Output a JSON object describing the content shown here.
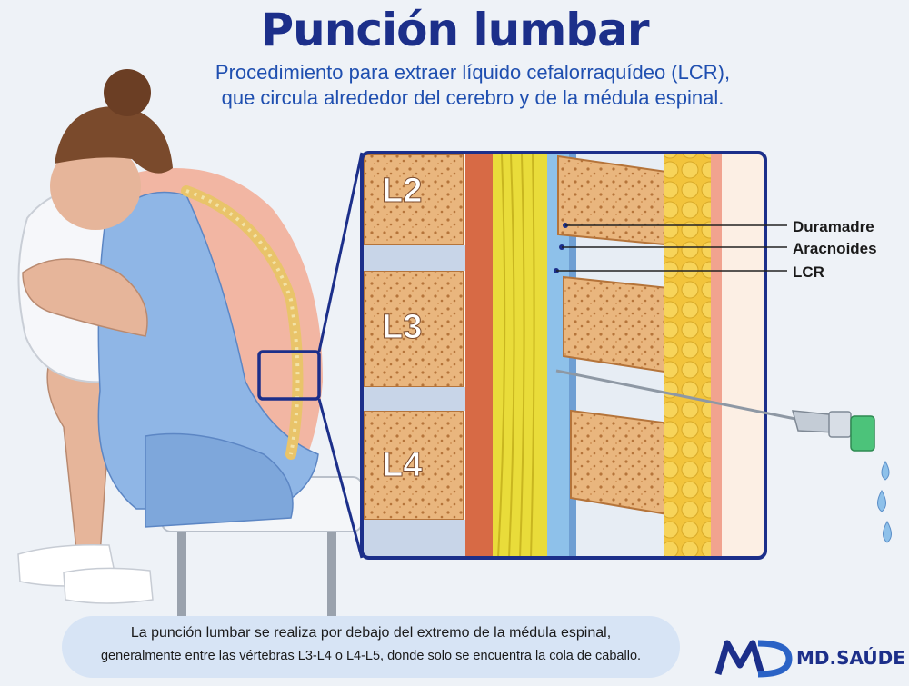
{
  "title": "Punción lumbar",
  "subtitle": {
    "line1": "Procedimiento para extraer líquido cefalorraquídeo (LCR),",
    "line2": "que circula alrededor del cerebro y de la médula espinal."
  },
  "vertebrae": [
    "L2",
    "L3",
    "L4"
  ],
  "labels": {
    "duramadre": "Duramadre",
    "aracnoides": "Aracnoides",
    "lcr": "LCR"
  },
  "footer": {
    "line1": "La punción lumbar se realiza por debajo del extremo de la médula espinal,",
    "line2": "generalmente entre las vértebras L3-L4 o L4-L5, donde solo se encuentra la cola de caballo."
  },
  "logo": {
    "text": "MD.SAÚDE"
  },
  "colors": {
    "title": "#1c2f8a",
    "subtitle": "#1f4fb0",
    "frame": "#1c2f8a",
    "gown": "#8fb6e6",
    "bone": "#e9b67e",
    "nerves": "#e9dc3a",
    "csf": "#8ec1ea",
    "fat": "#f2c43c"
  }
}
